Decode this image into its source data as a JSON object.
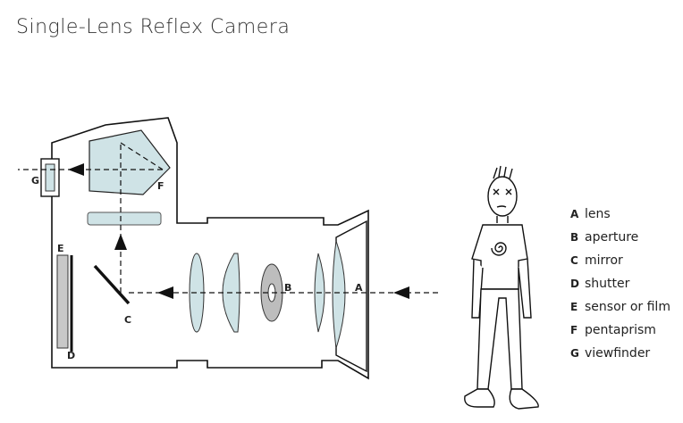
{
  "title": "Single-Lens Reflex Camera",
  "parts": [
    {
      "key": "A",
      "label": "lens"
    },
    {
      "key": "B",
      "label": "aperture"
    },
    {
      "key": "C",
      "label": "mirror"
    },
    {
      "key": "D",
      "label": "shutter"
    },
    {
      "key": "E",
      "label": "sensor or film"
    },
    {
      "key": "F",
      "label": "pentaprism"
    },
    {
      "key": "G",
      "label": "viewfinder"
    }
  ],
  "colors": {
    "glass": "#cfe3e6",
    "line": "#111111",
    "sensor": "#c8c8c8",
    "aperture": "#bdbdbd"
  }
}
